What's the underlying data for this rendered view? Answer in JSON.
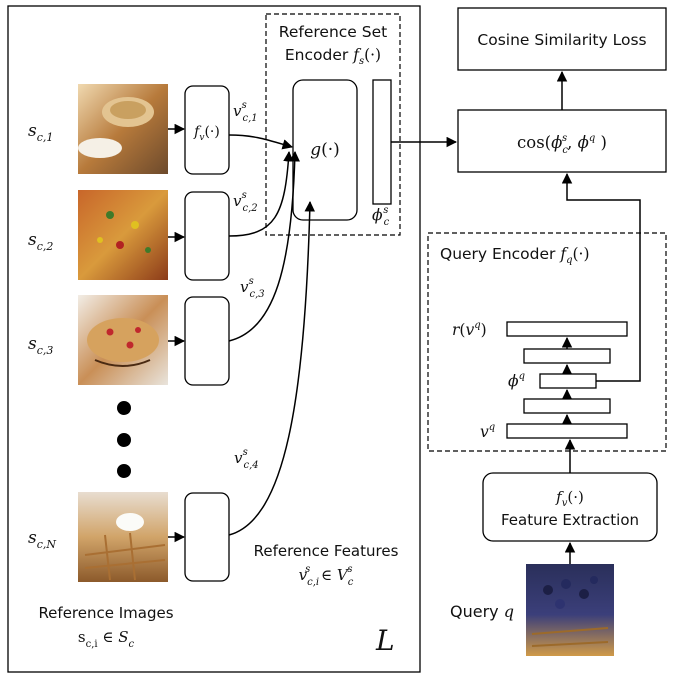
{
  "left_panel": {
    "samples": [
      "s_{c,1}",
      "s_{c,2}",
      "s_{c,3}",
      "s_{c,N}"
    ],
    "feature_fn": "f_v(·)",
    "features": [
      "v^s_{c,1}",
      "v^s_{c,2}",
      "v^s_{c,3}",
      "v^s_{c,4}"
    ],
    "ref_images_title": "Reference Images",
    "ref_images_formula": "s_{c,i} ∈ S_c",
    "ref_features_title": "Reference Features",
    "ref_features_formula": "v^s_{c,i} ∈ V^s_c",
    "corner_label": "L"
  },
  "set_encoder": {
    "title_line1": "Reference Set",
    "title_line2": "Encoder f_s(·)",
    "g_label": "g(·)",
    "phi_label": "ϕ^s_c"
  },
  "loss": {
    "title": "Cosine Similarity Loss",
    "cos_label": "cos(ϕ^s_c, ϕ^q )"
  },
  "query_encoder": {
    "title": "Query Encoder f_q(·)",
    "layers": [
      "r(v^q)",
      "",
      "ϕ^q",
      "",
      "v^q"
    ]
  },
  "feature_extraction": {
    "fn": "f_v(·)",
    "label": "Feature Extraction"
  },
  "query": {
    "label": "Query q"
  },
  "colors": {
    "stroke": "#000000",
    "background": "#ffffff"
  }
}
